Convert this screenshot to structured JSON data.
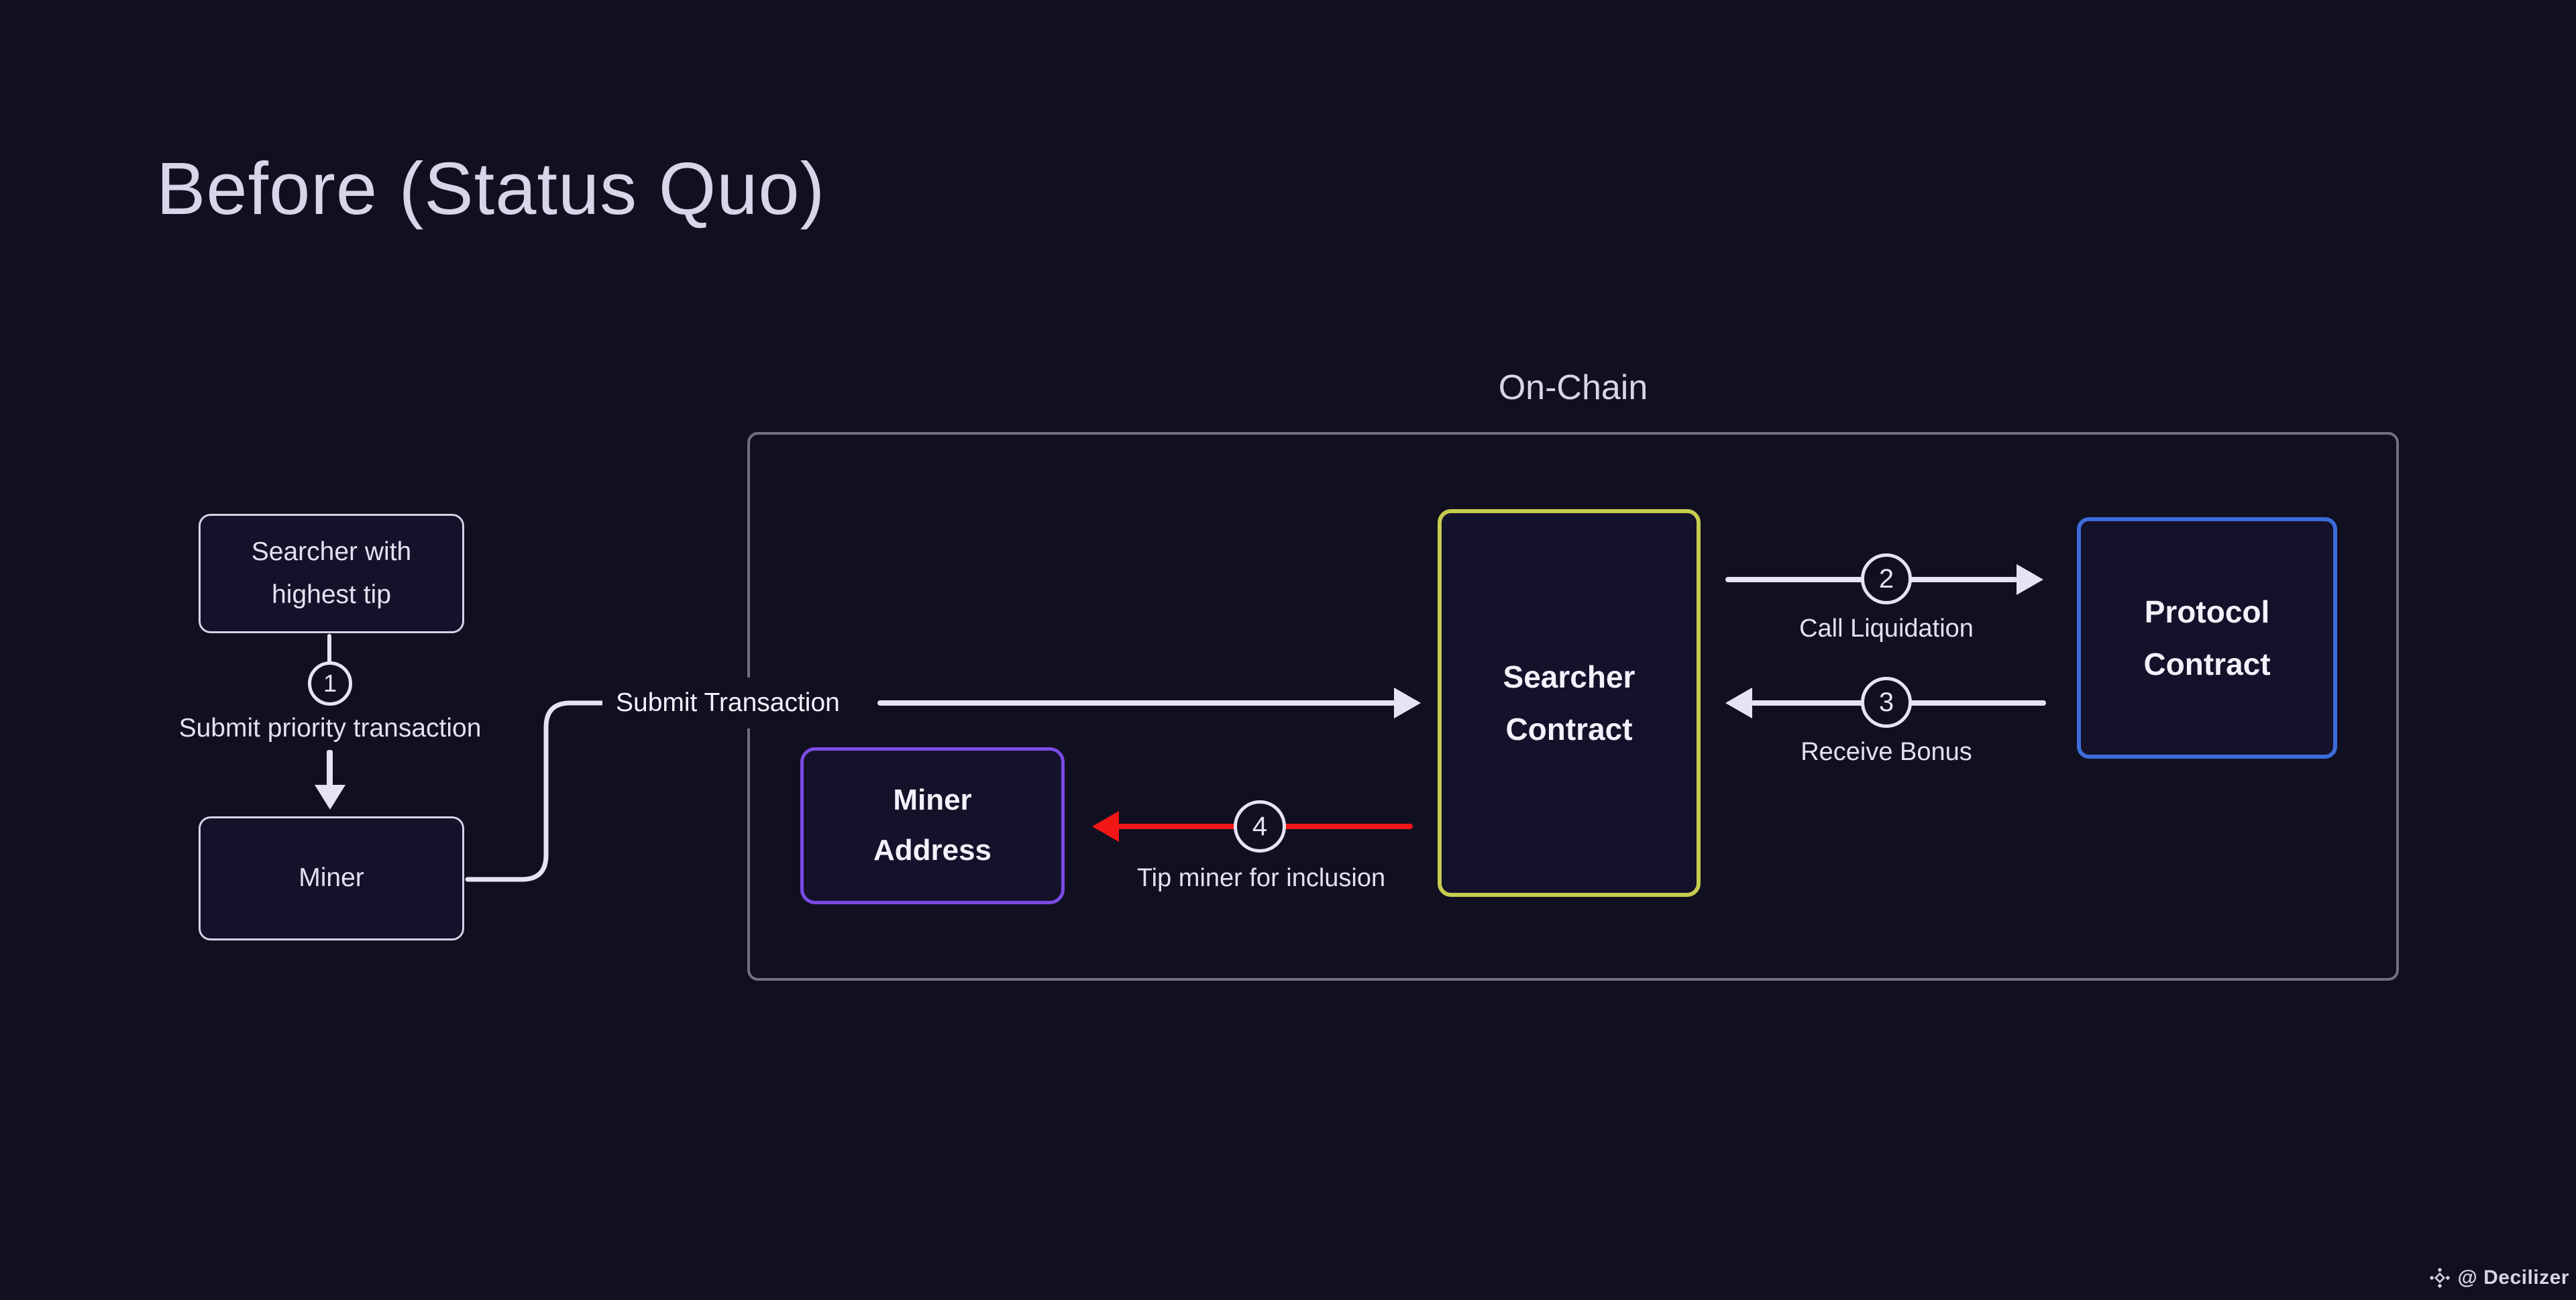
{
  "title": "Before (Status Quo)",
  "onchain": {
    "label": "On-Chain"
  },
  "nodes": {
    "searcher": {
      "line1": "Searcher with",
      "line2": "highest tip"
    },
    "miner": {
      "label": "Miner"
    },
    "miner_address": {
      "line1": "Miner",
      "line2": "Address"
    },
    "searcher_contract": {
      "line1": "Searcher",
      "line2": "Contract"
    },
    "protocol_contract": {
      "line1": "Protocol",
      "line2": "Contract"
    }
  },
  "steps": {
    "s1": {
      "number": "1",
      "label": "Submit priority transaction"
    },
    "s2": {
      "number": "2",
      "label": "Call Liquidation"
    },
    "s3": {
      "number": "3",
      "label": "Receive Bonus"
    },
    "s4": {
      "number": "4",
      "label": "Tip miner for inclusion"
    }
  },
  "edges": {
    "submit_transaction": "Submit Transaction"
  },
  "watermark": {
    "icon": "diamond-logo",
    "text": "@ Decilizer"
  },
  "colors": {
    "bg": "#111021",
    "box_bg": "#14122a",
    "line": "#e6e3f4",
    "text": "#e3e0f0",
    "text_bright": "#f3f1fb",
    "muted": "#d8d5e8",
    "container_border": "#73707e",
    "node_border": "#d5d2e6",
    "yellow": "#c8cc50",
    "purple": "#7a4be5",
    "blue": "#3e6bdb",
    "red": "#f31616"
  }
}
